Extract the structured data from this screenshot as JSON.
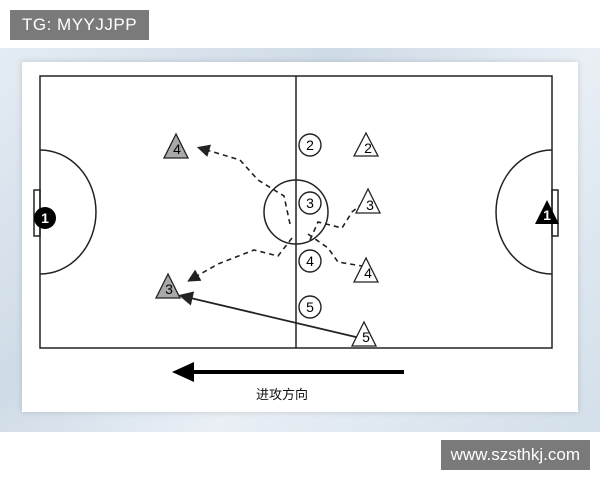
{
  "overlay": {
    "top_tag": "TG: MYYJJPP",
    "bottom_watermark": "www.szsthkj.com"
  },
  "diagram": {
    "caption": "进攻方向",
    "players": {
      "left_keeper": "1",
      "right_keeper": "1",
      "circle_2": "2",
      "circle_3": "3",
      "circle_4": "4",
      "circle_5": "5",
      "tri_2": "2",
      "tri_3_right": "3",
      "tri_4_right": "4",
      "tri_5": "5",
      "tri_4_left": "4",
      "tri_3_left": "3"
    },
    "colors": {
      "line": "#222222",
      "gray_triangle": "#a9a9a9",
      "keeper_black": "#000000"
    }
  }
}
